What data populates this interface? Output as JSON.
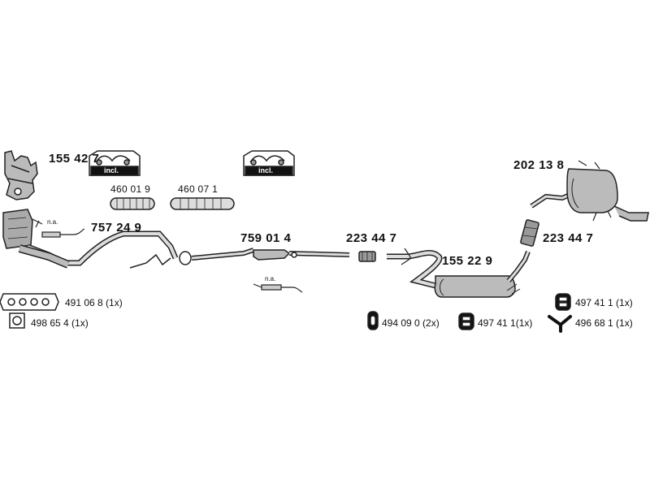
{
  "parts": {
    "manifold": "155 42 7",
    "catalyst_front": "757 24 9",
    "flex_pipe_1": "460 01 9",
    "flex_pipe_2": "460 07 1",
    "catalyst_center": "759 01 4",
    "clamp_left": "223 44 7",
    "middle_silencer": "155 22 9",
    "rear_silencer": "202 13 8",
    "clamp_right": "223 44 7",
    "gasket_manifold": "491 06 8 (1x)",
    "gasket_square": "498 65 4 (1x)",
    "mount_oval": "494 09 0  (2x)",
    "mount_h_center": "497 41 1(1x)",
    "mount_h_right": "497 41 1 (1x)",
    "mount_y": "496 68 1 (1x)"
  },
  "annotations": {
    "na_front": "n.a.",
    "na_center": "n.a.",
    "incl_left": "incl.",
    "incl_right": "incl."
  },
  "icons": [
    "manifold-icon",
    "clamp-kit-icon",
    "flex-pipe-icon",
    "lambda-sensor-icon",
    "catalyst-icon",
    "silencer-icon",
    "rubber-mount-icon",
    "gasket-icon",
    "y-hanger-icon"
  ]
}
